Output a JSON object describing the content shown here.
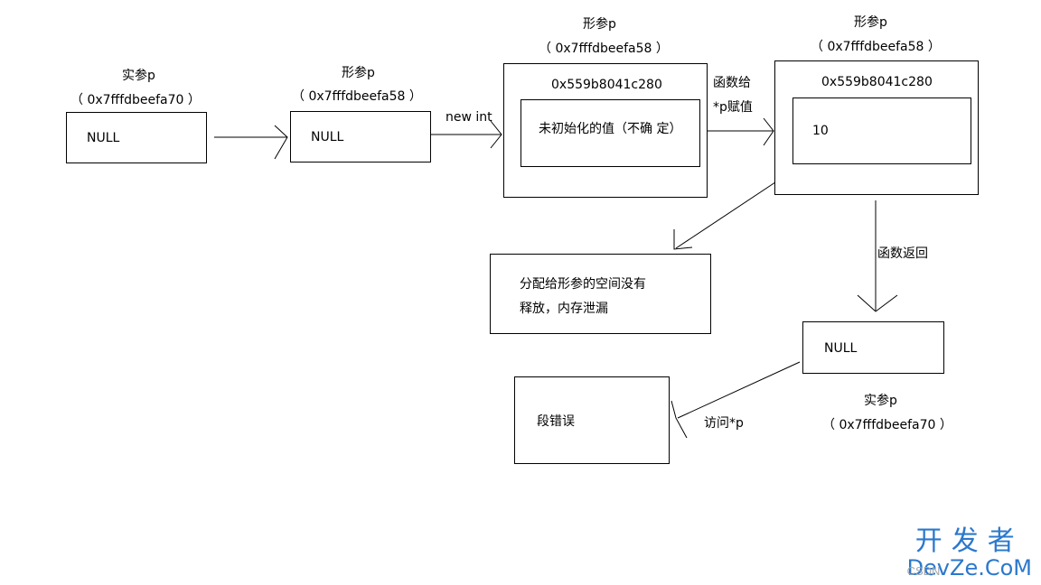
{
  "nodes": {
    "actual_p": {
      "title": "实参p",
      "address": "（ 0x7fffdbeefa70 ）",
      "value": "NULL"
    },
    "formal_p_1": {
      "title": "形参p",
      "address": "（ 0x7fffdbeefa58 ）",
      "value": "NULL"
    },
    "formal_p_2": {
      "title": "形参p",
      "address": "（ 0x7fffdbeefa58 ）",
      "heap_address": "0x559b8041c280",
      "value": "未初始化的值（不确 定）"
    },
    "formal_p_3": {
      "title": "形参p",
      "address": "（ 0x7fffdbeefa58 ）",
      "heap_address": "0x559b8041c280",
      "value": "10"
    },
    "leak_note": {
      "line1": "分配给形参的空间没有",
      "line2": "释放，内存泄漏"
    },
    "returned_p": {
      "value": "NULL",
      "title": "实参p",
      "address": "（ 0x7fffdbeefa70 ）"
    },
    "segfault": {
      "value": "段错误"
    }
  },
  "edges": {
    "new_int": "new int",
    "func_assign_line1": "函数给",
    "func_assign_line2": "*p赋值",
    "func_return": "函数返回",
    "access_p": "访问*p"
  },
  "watermark": {
    "cn": "开发者",
    "en": "DevZe.CoM",
    "faint": "CSDN"
  }
}
